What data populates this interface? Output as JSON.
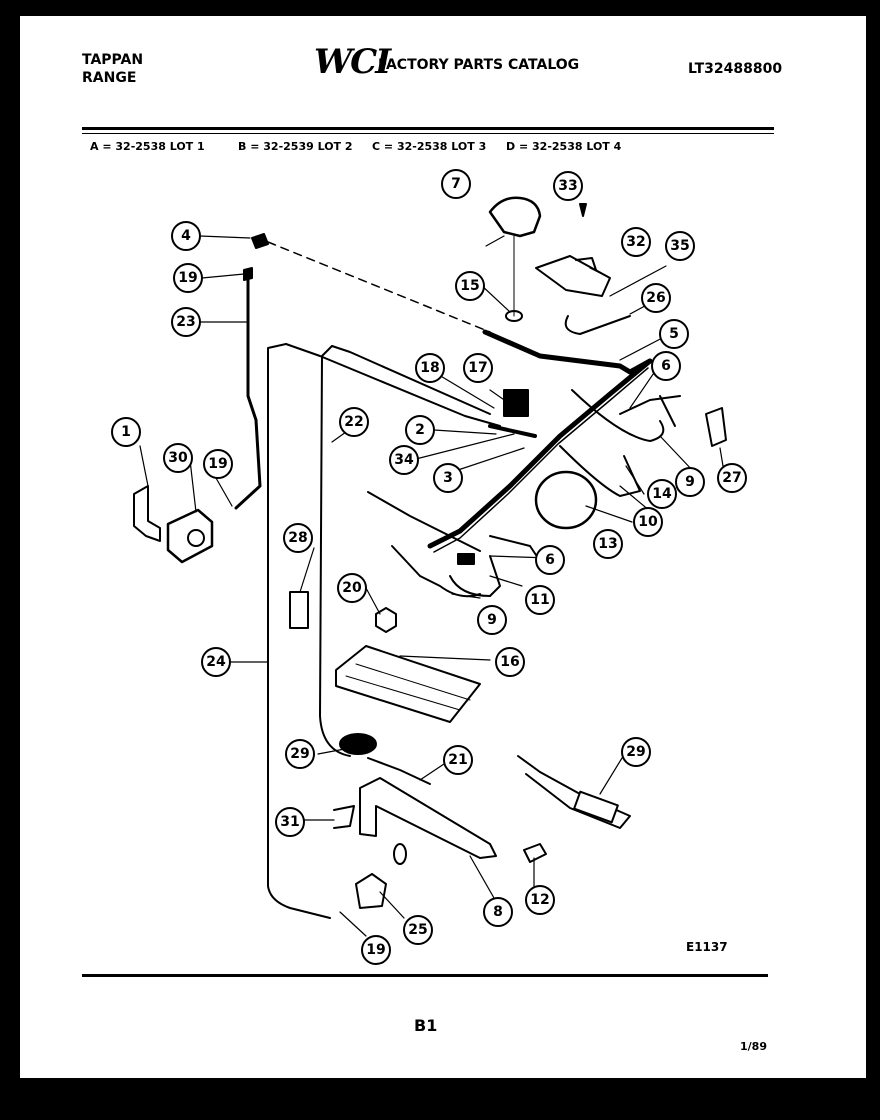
{
  "header": {
    "brand_line1": "TAPPAN",
    "brand_line2": "RANGE",
    "logo": "WCI",
    "catalog_title": "FACTORY PARTS CATALOG",
    "model_number": "LT32488800"
  },
  "lots": [
    "A = 32-2538  LOT 1",
    "B = 32-2539 LOT 2",
    "C = 32-2538 LOT 3",
    "D = 32-2538 LOT 4"
  ],
  "callouts": {
    "c1": "1",
    "c2": "2",
    "c3": "3",
    "c4": "4",
    "c5": "5",
    "c6a": "6",
    "c6b": "6",
    "c7": "7",
    "c8": "8",
    "c9a": "9",
    "c9b": "9",
    "c10": "10",
    "c11": "11",
    "c12": "12",
    "c13": "13",
    "c14": "14",
    "c15": "15",
    "c16": "16",
    "c17": "17",
    "c18": "18",
    "c19a": "19",
    "c19b": "19",
    "c19c": "19",
    "c20": "20",
    "c21": "21",
    "c22": "22",
    "c23": "23",
    "c24": "24",
    "c25": "25",
    "c26": "26",
    "c27": "27",
    "c28": "28",
    "c29a": "29",
    "c29b": "29",
    "c30": "30",
    "c31": "31",
    "c32": "32",
    "c33": "33",
    "c34": "34",
    "c35": "35"
  },
  "figure_code": "E1137",
  "page_label": "B1",
  "date_code": "1/89"
}
